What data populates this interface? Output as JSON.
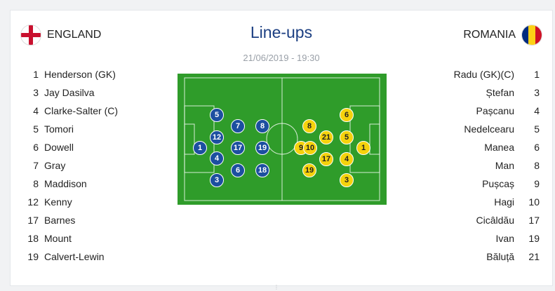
{
  "title": "Line-ups",
  "date": "21/06/2019 - 19:30",
  "home": {
    "name": "ENGLAND",
    "flag": "england-flag-icon",
    "players": [
      {
        "num": "1",
        "name": "Henderson (GK)"
      },
      {
        "num": "3",
        "name": "Jay Dasilva"
      },
      {
        "num": "4",
        "name": "Clarke-Salter (C)"
      },
      {
        "num": "5",
        "name": "Tomori"
      },
      {
        "num": "6",
        "name": "Dowell"
      },
      {
        "num": "7",
        "name": "Gray"
      },
      {
        "num": "8",
        "name": "Maddison"
      },
      {
        "num": "12",
        "name": "Kenny"
      },
      {
        "num": "17",
        "name": "Barnes"
      },
      {
        "num": "18",
        "name": "Mount"
      },
      {
        "num": "19",
        "name": "Calvert-Lewin"
      }
    ]
  },
  "away": {
    "name": "ROMANIA",
    "flag": "romania-flag-icon",
    "players": [
      {
        "num": "1",
        "name": "Radu (GK)(C)"
      },
      {
        "num": "3",
        "name": "Ștefan"
      },
      {
        "num": "4",
        "name": "Pașcanu"
      },
      {
        "num": "5",
        "name": "Nedelcearu"
      },
      {
        "num": "6",
        "name": "Manea"
      },
      {
        "num": "8",
        "name": "Man"
      },
      {
        "num": "9",
        "name": "Pușcaș"
      },
      {
        "num": "10",
        "name": "Hagi"
      },
      {
        "num": "17",
        "name": "Cicâldău"
      },
      {
        "num": "19",
        "name": "Ivan"
      },
      {
        "num": "21",
        "name": "Băluță"
      }
    ]
  },
  "colors": {
    "home_kit": "#1c4fa0",
    "away_kit": "#f5d20c",
    "pitch": "#2f9c2a",
    "title": "#1c3f82"
  },
  "pitch_markers": {
    "home": [
      "5",
      "7",
      "8",
      "1",
      "12",
      "17",
      "19",
      "4",
      "3",
      "6",
      "18"
    ],
    "away": [
      "6",
      "8",
      "21",
      "5",
      "9",
      "10",
      "1",
      "17",
      "4",
      "19",
      "3"
    ]
  }
}
